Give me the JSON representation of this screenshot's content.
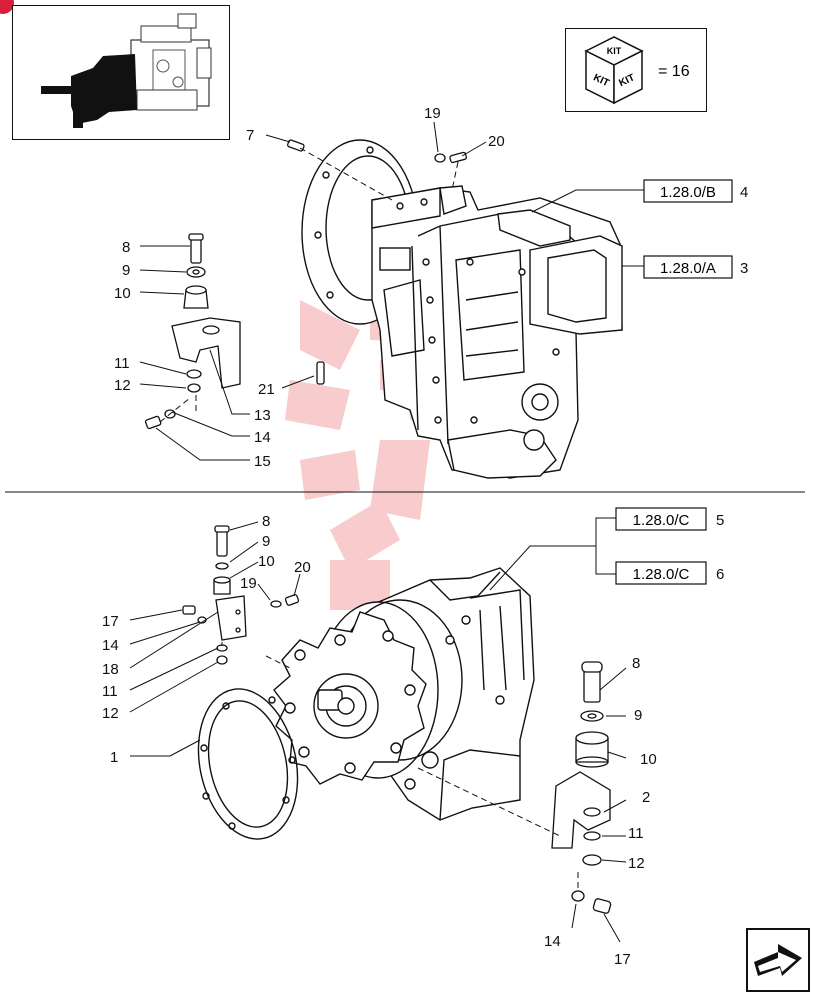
{
  "diagram": {
    "kit": {
      "label": "KIT",
      "equals": "= 16"
    },
    "reference_boxes": [
      {
        "id": "ref-4",
        "label": "1.28.0/B",
        "number": "4"
      },
      {
        "id": "ref-3",
        "label": "1.28.0/A",
        "number": "3"
      },
      {
        "id": "ref-5",
        "label": "1.28.0/C",
        "number": "5"
      },
      {
        "id": "ref-6",
        "label": "1.28.0/C",
        "number": "6"
      }
    ],
    "upper_callouts": [
      "7",
      "19",
      "20",
      "8",
      "9",
      "10",
      "11",
      "12",
      "21",
      "13",
      "14",
      "15"
    ],
    "lower_callouts": [
      "8",
      "9",
      "10",
      "19",
      "20",
      "17",
      "14",
      "18",
      "11",
      "12",
      "1",
      "8",
      "9",
      "10",
      "2",
      "11",
      "12",
      "14",
      "17"
    ],
    "colors": {
      "line": "#111111",
      "watermark": "#e8474f",
      "badge": "#d9203a"
    },
    "icons": [
      "engine-thumbnail",
      "kit-cube-icon",
      "next-page-arrow-icon",
      "watermark-gear-logo"
    ]
  }
}
